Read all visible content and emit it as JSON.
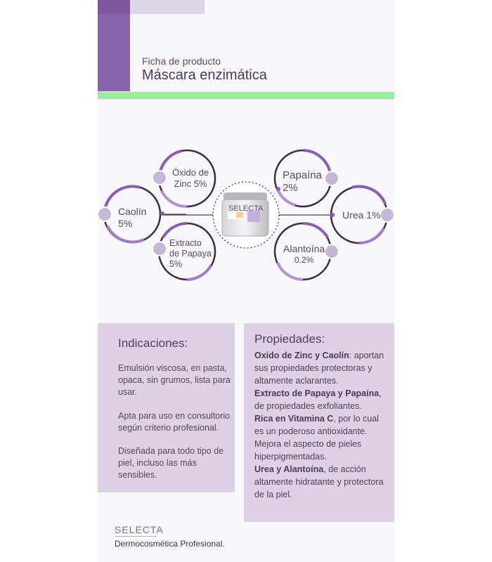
{
  "header": {
    "kicker": "Ficha de producto",
    "title": "Máscara enzimática"
  },
  "colors": {
    "accent_purple": "#8865a8",
    "accent_green": "#9cec9c",
    "box_bg": "#dcd1e5",
    "ring_dark": "#3a3040"
  },
  "product_icon": "jar-icon",
  "ingredients": {
    "zinc": {
      "line1": "Óxido de",
      "line2": "Zinc  5%"
    },
    "caolin": {
      "line1": "Caolín",
      "line2": "5%"
    },
    "papaya": {
      "line1": "Extracto",
      "line2": "de Papaya",
      "line3": "5%"
    },
    "papaina": {
      "line1": "Papaína",
      "line2": "2%"
    },
    "urea": {
      "line1": "Urea 1%"
    },
    "alantoina": {
      "line1": "Alantoína",
      "line2": "0.2%"
    }
  },
  "jar_label": "SELECTA",
  "indicaciones": {
    "title": "Indicaciones:",
    "p1": "Emulsión viscosa, en pasta, opaca, sin grumos, lista para usar.",
    "p2": "Apta para uso en consultorio según criterio profesional.",
    "p3": "Diseñada para todo tipo de piel, incluso las más sensibles."
  },
  "propiedades": {
    "title": "Propiedades:",
    "b1": "Oxido de Zinc y Caolín",
    "t1": ": aportan sus propiedades protectoras y altamente aclarantes.",
    "b2": "Extracto de Papaya y Papaína",
    "t2": ", de propiedades exfoliantes.",
    "b3": "Rica en Vitamina C",
    "t3": ", por lo cual es un poderoso antioxidante. Mejora el aspecto de pieles hiperpigmentadas.",
    "b4": "Urea y Alantoína",
    "t4": ", de acción altamente hidratante y protectora de la piel."
  },
  "brand": {
    "logo": "SELECTA",
    "tagline": "Dermocosmética Profesional."
  }
}
